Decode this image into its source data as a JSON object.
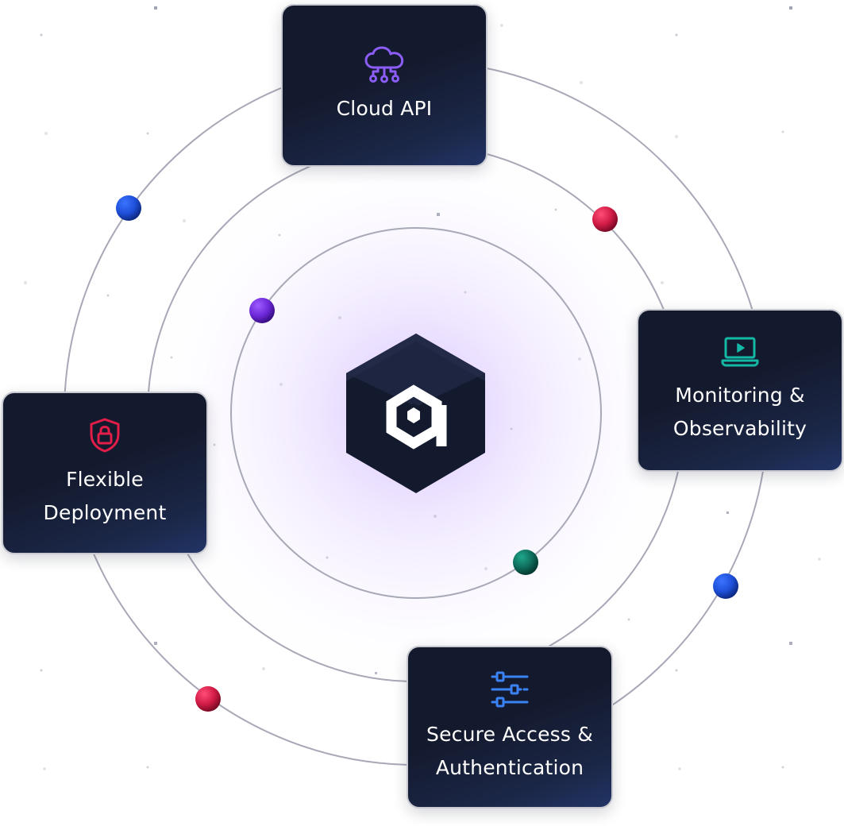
{
  "center": {
    "logo_icon": "hexagon-cube-logo"
  },
  "cards": {
    "cloud_api": {
      "icon": "cloud-network-icon",
      "lines": [
        "Cloud API"
      ],
      "accent": "#8b5cf6"
    },
    "monitoring": {
      "icon": "laptop-play-icon",
      "lines": [
        "Monitoring &",
        "Observability"
      ],
      "accent": "#14b8a6"
    },
    "deployment": {
      "icon": "shield-lock-icon",
      "lines": [
        "Flexible",
        "Deployment"
      ],
      "accent": "#e11d48"
    },
    "secure": {
      "icon": "sliders-icon",
      "lines": [
        "Secure Access &",
        "Authentication"
      ],
      "accent": "#3b82f6"
    }
  },
  "orbit_dot_colors": {
    "blue": "#1e4fd8",
    "red": "#d01b45",
    "purple": "#6d28d9",
    "teal": "#0f6b5a"
  }
}
